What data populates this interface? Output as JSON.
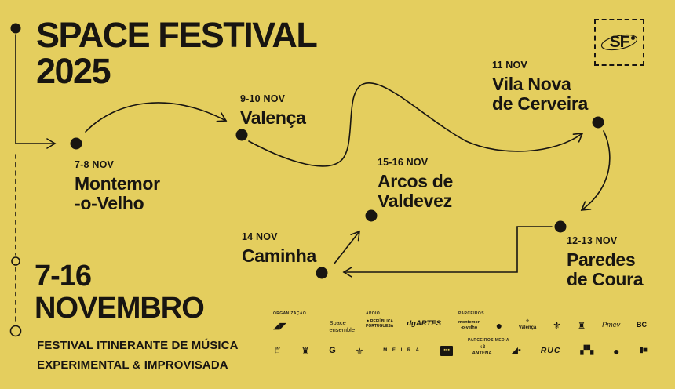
{
  "colors": {
    "background": "#e4ce5e",
    "ink": "#181511"
  },
  "header": {
    "title": "SPACE FESTIVAL\n2025",
    "logo_text": "SF"
  },
  "route": {
    "stops": [
      {
        "id": "montemor",
        "dates": "7-8 NOV",
        "name": "Montemor\n-o-Velho"
      },
      {
        "id": "valenca",
        "dates": "9-10 NOV",
        "name": "Valença"
      },
      {
        "id": "vilanova",
        "dates": "11 NOV",
        "name": "Vila Nova\nde Cerveira"
      },
      {
        "id": "paredes",
        "dates": "12-13 NOV",
        "name": "Paredes\nde Coura"
      },
      {
        "id": "caminha",
        "dates": "14 NOV",
        "name": "Caminha"
      },
      {
        "id": "arcos",
        "dates": "15-16 NOV",
        "name": "Arcos de\nValdevez"
      }
    ]
  },
  "footer": {
    "date_range": "7-16\nNOVEMBRO",
    "tagline": "FESTIVAL ITINERANTE DE MÚSICA\nEXPERIMENTAL & IMPROVISADA"
  },
  "sponsors": {
    "row1_groups": [
      {
        "label": "ORGANIZAÇÃO",
        "logos": [
          {
            "name": "association-mark",
            "text": "◢◤"
          },
          {
            "name": "space-ensemble-logo",
            "text": "Space\nensemble"
          }
        ]
      },
      {
        "label": "APOIO",
        "logos": [
          {
            "name": "republica-portuguesa-logo",
            "text": "⚑ REPÚBLICA\nPORTUGUESA"
          },
          {
            "name": "dgartes-logo",
            "text": "dgARTES"
          }
        ]
      },
      {
        "label": "PARCEIROS",
        "logos": [
          {
            "name": "montemor-o-velho-logo",
            "text": "montemor\n-o-velho"
          },
          {
            "name": "round-badge-logo",
            "text": "●"
          },
          {
            "name": "valenca-crest-logo",
            "text": "⚜\nValença"
          },
          {
            "name": "crest-logo-1",
            "text": "⚜"
          },
          {
            "name": "crest-logo-2",
            "text": "♜"
          },
          {
            "name": "script-wordmark-logo",
            "text": "Pmev"
          },
          {
            "name": "bc-logo",
            "text": "BC"
          }
        ]
      }
    ],
    "row2": {
      "media_label": "PARCEIROS MEDIA",
      "logos": [
        {
          "name": "crown-crest-logo",
          "text": "♖"
        },
        {
          "name": "tower-crest-logo",
          "text": "♜"
        },
        {
          "name": "g-mark-logo",
          "text": "G"
        },
        {
          "name": "coat-of-arms-logo",
          "text": "⚜"
        },
        {
          "name": "meira-logo",
          "text": "M E I R A"
        },
        {
          "name": "black-box-logo",
          "text": "▪▪▪"
        },
        {
          "name": "antena2-logo",
          "text": "♫2\nANTENA"
        },
        {
          "name": "flag-mark-logo",
          "text": "◢▪"
        },
        {
          "name": "ruc-logo",
          "text": "RUC"
        },
        {
          "name": "wordmark-logo",
          "text": "▞▚"
        },
        {
          "name": "round-badge-logo-2",
          "text": "●"
        },
        {
          "name": "blocks-logo",
          "text": "▮■"
        }
      ]
    }
  }
}
